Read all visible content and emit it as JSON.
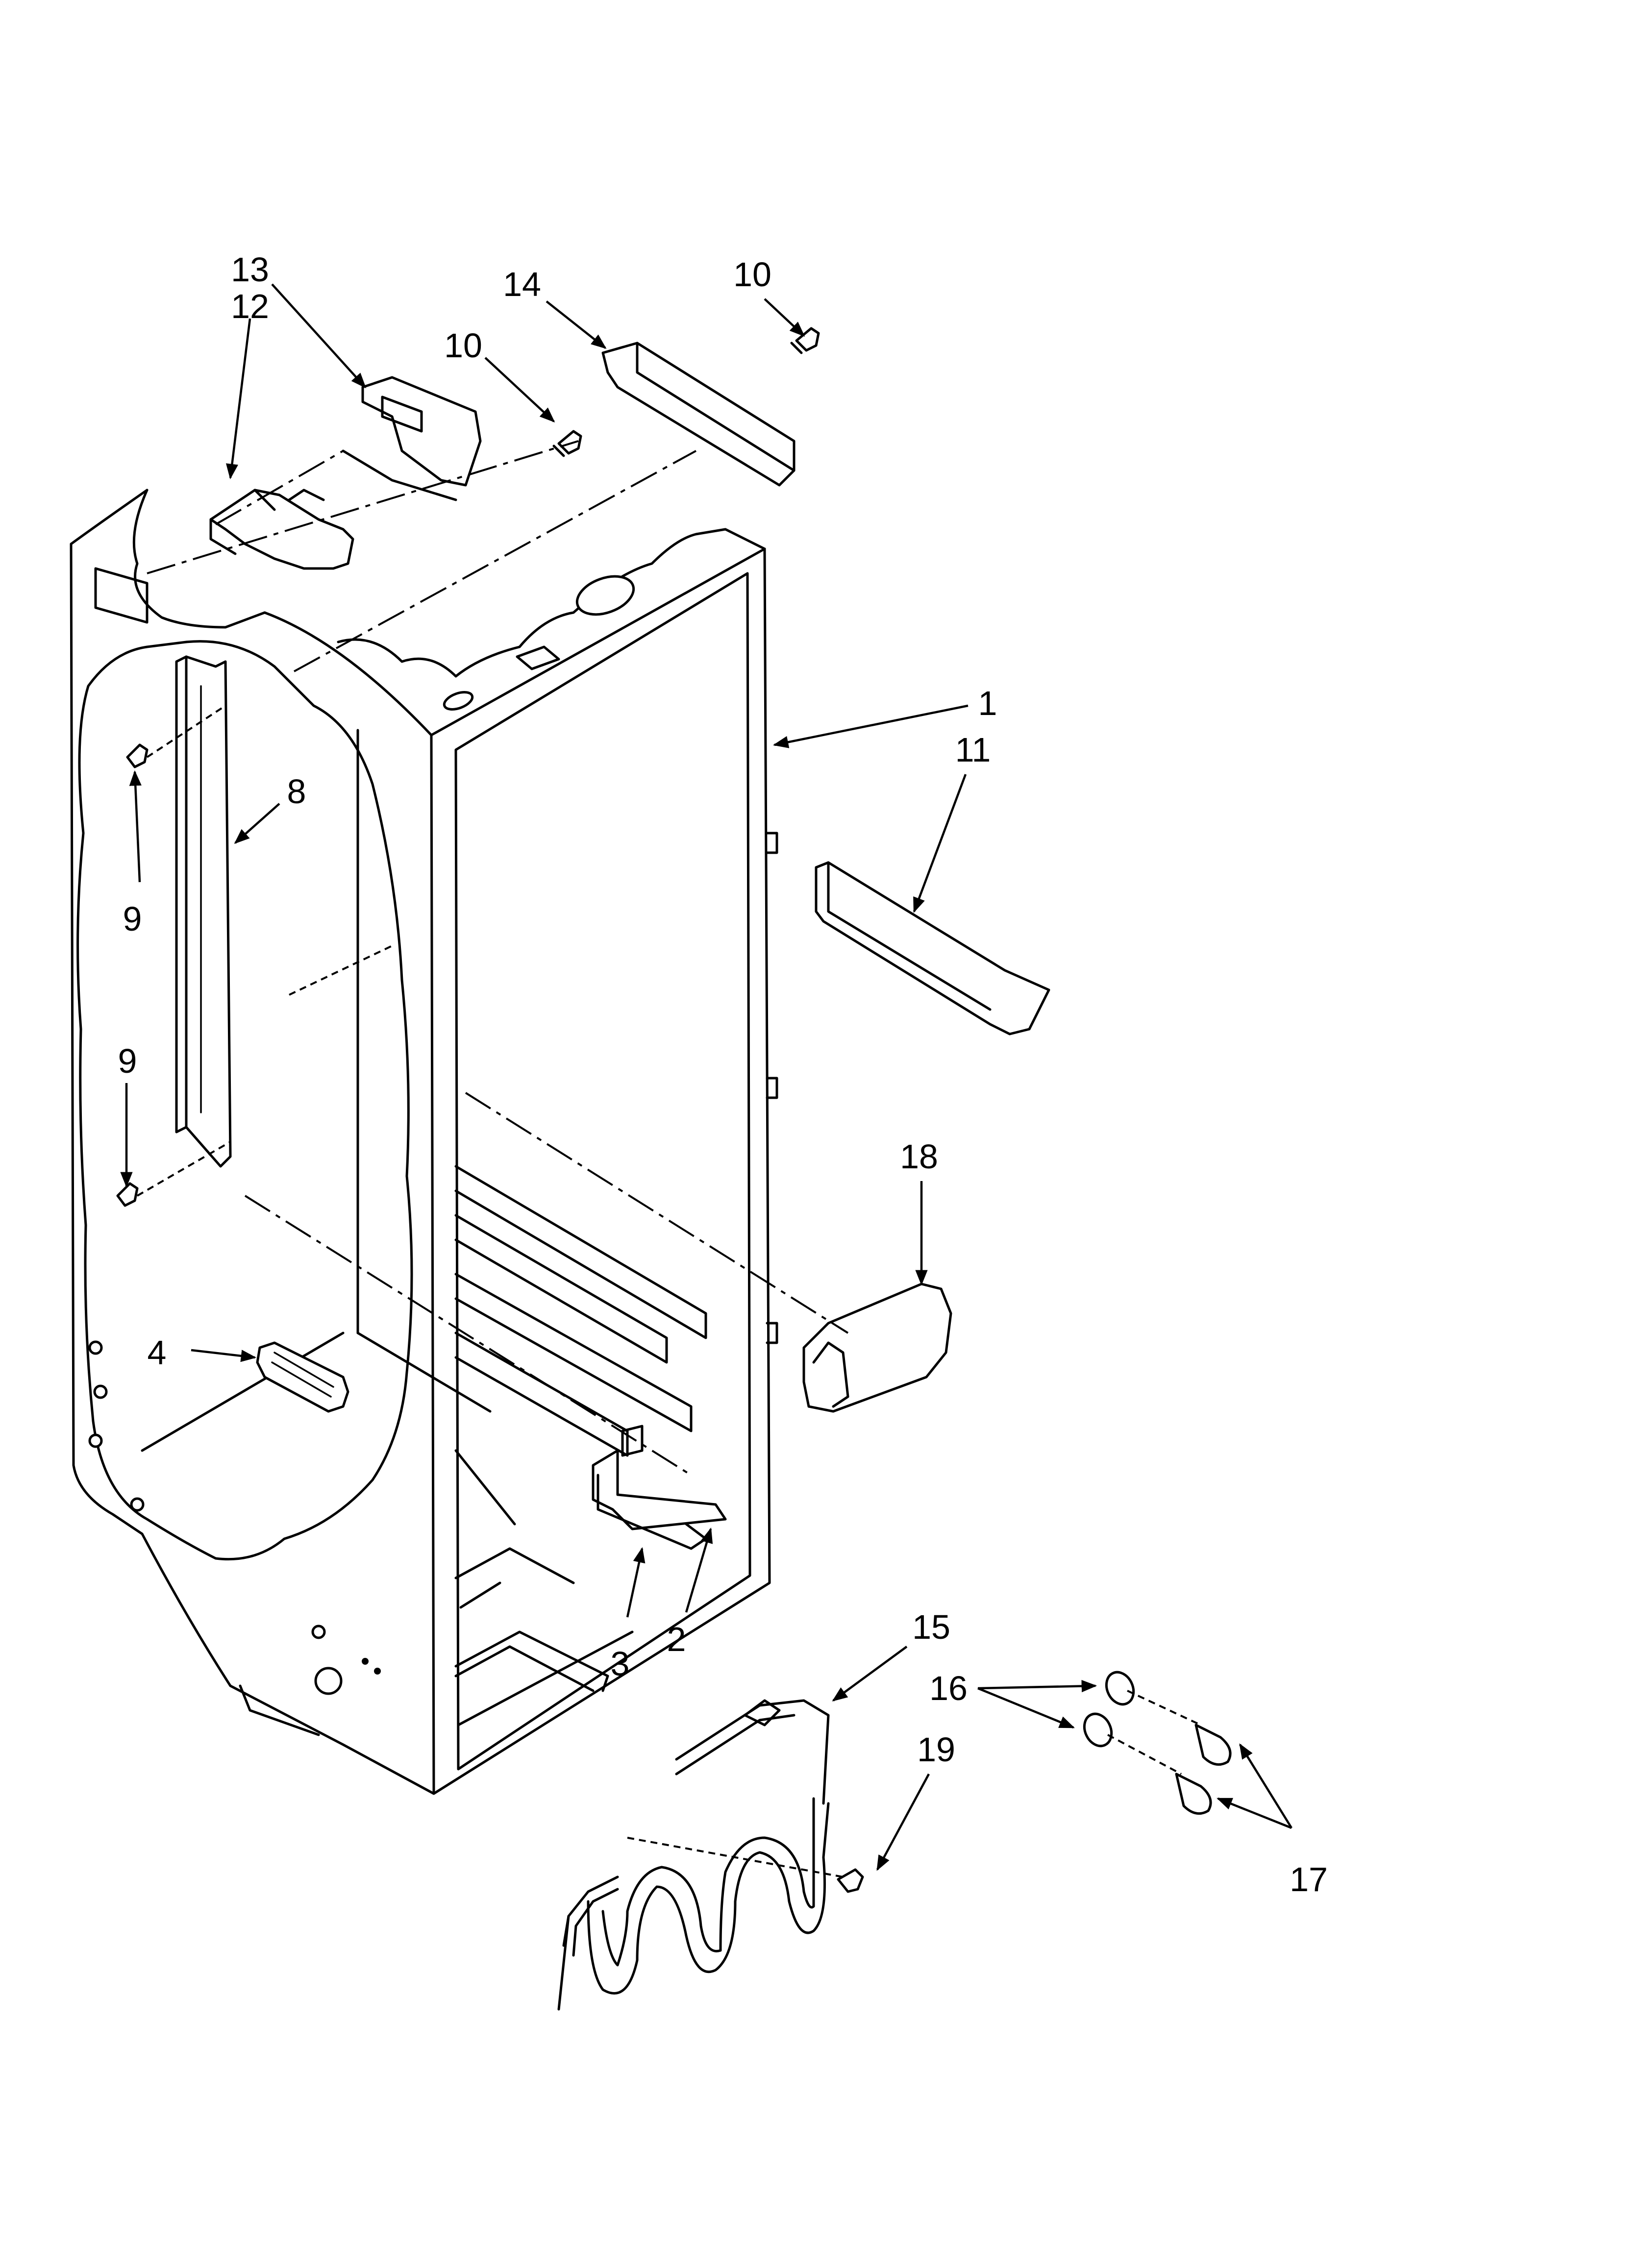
{
  "diagram": {
    "callouts": [
      {
        "id": "c13",
        "label": "13"
      },
      {
        "id": "c12",
        "label": "12"
      },
      {
        "id": "c10a",
        "label": "10"
      },
      {
        "id": "c14",
        "label": "14"
      },
      {
        "id": "c10b",
        "label": "10"
      },
      {
        "id": "c1",
        "label": "1"
      },
      {
        "id": "c11",
        "label": "11"
      },
      {
        "id": "c8",
        "label": "8"
      },
      {
        "id": "c9a",
        "label": "9"
      },
      {
        "id": "c9b",
        "label": "9"
      },
      {
        "id": "c18",
        "label": "18"
      },
      {
        "id": "c4",
        "label": "4"
      },
      {
        "id": "c3",
        "label": "3"
      },
      {
        "id": "c2",
        "label": "2"
      },
      {
        "id": "c15",
        "label": "15"
      },
      {
        "id": "c16",
        "label": "16"
      },
      {
        "id": "c19",
        "label": "19"
      },
      {
        "id": "c17",
        "label": "17"
      }
    ]
  }
}
